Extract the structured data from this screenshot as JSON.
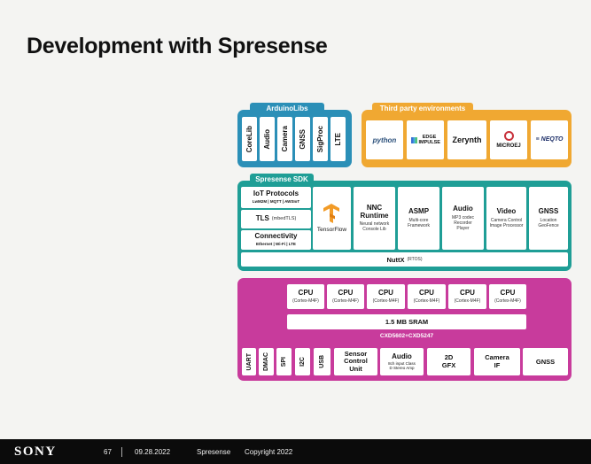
{
  "slide": {
    "title": "Development with Spresense"
  },
  "diagram": {
    "arduino": {
      "label": "ArduinoLibs",
      "items": [
        "CoreLib",
        "Audio",
        "Camera",
        "GNSS",
        "SigProc",
        "LTE"
      ]
    },
    "third_party": {
      "label": "Third party environments",
      "items": [
        "python",
        "EDGE IMPULSE",
        "Zerynth",
        "MICROEJ",
        "NEQTO"
      ]
    },
    "sdk": {
      "label": "Spresense SDK",
      "iot": {
        "title": "IoT Protocols",
        "sub": "LwM2M | MQTT | AWSIoT"
      },
      "tls": {
        "title": "TLS",
        "sub": "(mbedTLS)"
      },
      "connectivity": {
        "title": "Connectivity",
        "sub": "Ethernet | Wi-Fi | LTE"
      },
      "tensorflow": "TensorFlow",
      "modules": [
        {
          "title": "NNC Runtime",
          "sub": "Neural network Console Lib"
        },
        {
          "title": "ASMP",
          "sub": "Multi-core Framework"
        },
        {
          "title": "Audio",
          "sub": "MP3 codec Recorder Player"
        },
        {
          "title": "Video",
          "sub": "Camera Control Image Processor"
        },
        {
          "title": "GNSS",
          "sub": "Location GeoFence"
        }
      ],
      "nuttx": {
        "name": "NuttX",
        "sub": "(RTOS)"
      }
    },
    "hardware": {
      "cpus": [
        {
          "name": "CPU",
          "sub": "(Cortex-M4F)"
        },
        {
          "name": "CPU",
          "sub": "(Cortex-M4F)"
        },
        {
          "name": "CPU",
          "sub": "(Cortex-M4F)"
        },
        {
          "name": "CPU",
          "sub": "(Cortex-M4F)"
        },
        {
          "name": "CPU",
          "sub": "(Cortex-M4F)"
        },
        {
          "name": "CPU",
          "sub": "(Cortex-M4F)"
        }
      ],
      "sram": "1.5 MB SRAM",
      "chip": "CXD5602+CXD5247",
      "interfaces": [
        "UART",
        "DMAC",
        "SPI",
        "I2C",
        "USB"
      ],
      "sensor": "Sensor Control Unit",
      "audio": {
        "title": "Audio",
        "sub": "8ch input Class D Stereo Amp"
      },
      "gfx": "2D GFX",
      "camera_if": "Camera IF",
      "gnss": "GNSS"
    },
    "colors": {
      "arduino": "#2b8fb7",
      "third_party": "#f0a832",
      "sdk": "#1f9e96",
      "hardware": "#c83b9c"
    }
  },
  "footer": {
    "brand": "SONY",
    "page": "67",
    "date": "09.28.2022",
    "product": "Spresense",
    "copyright": "Copyright 2022"
  }
}
